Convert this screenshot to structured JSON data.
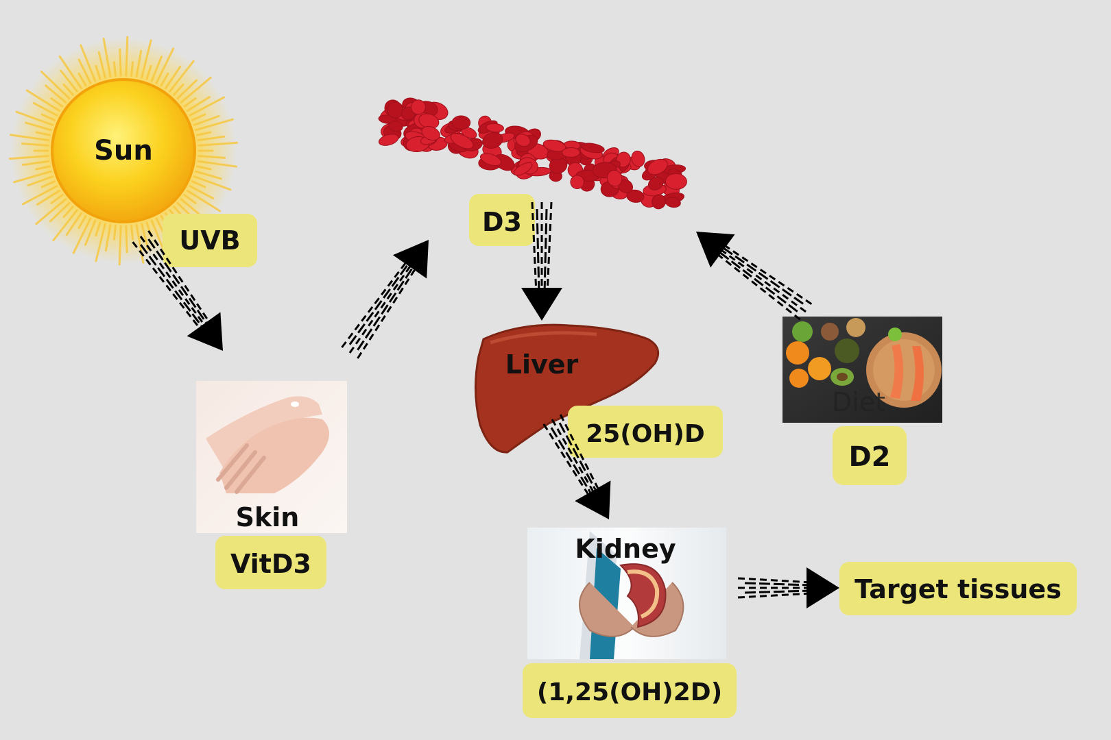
{
  "nodes": {
    "sun": "Sun",
    "uvb": "UVB",
    "blood": "D3",
    "skin": "Skin",
    "skin_product": "VitD3",
    "liver": "Liver",
    "liver_product": "25(OH)D",
    "diet": "Diet",
    "diet_product": "D2",
    "kidney": "Kidney",
    "kidney_product": "(1,25(OH)2D)",
    "target": "Target tissues"
  },
  "colors": {
    "background": "#e2e2e2",
    "label_highlight": "#ece67a",
    "sun": "#f7c21a",
    "blood_cells": "#d8202f",
    "liver": "#a5321e",
    "arrows": "#000000"
  }
}
